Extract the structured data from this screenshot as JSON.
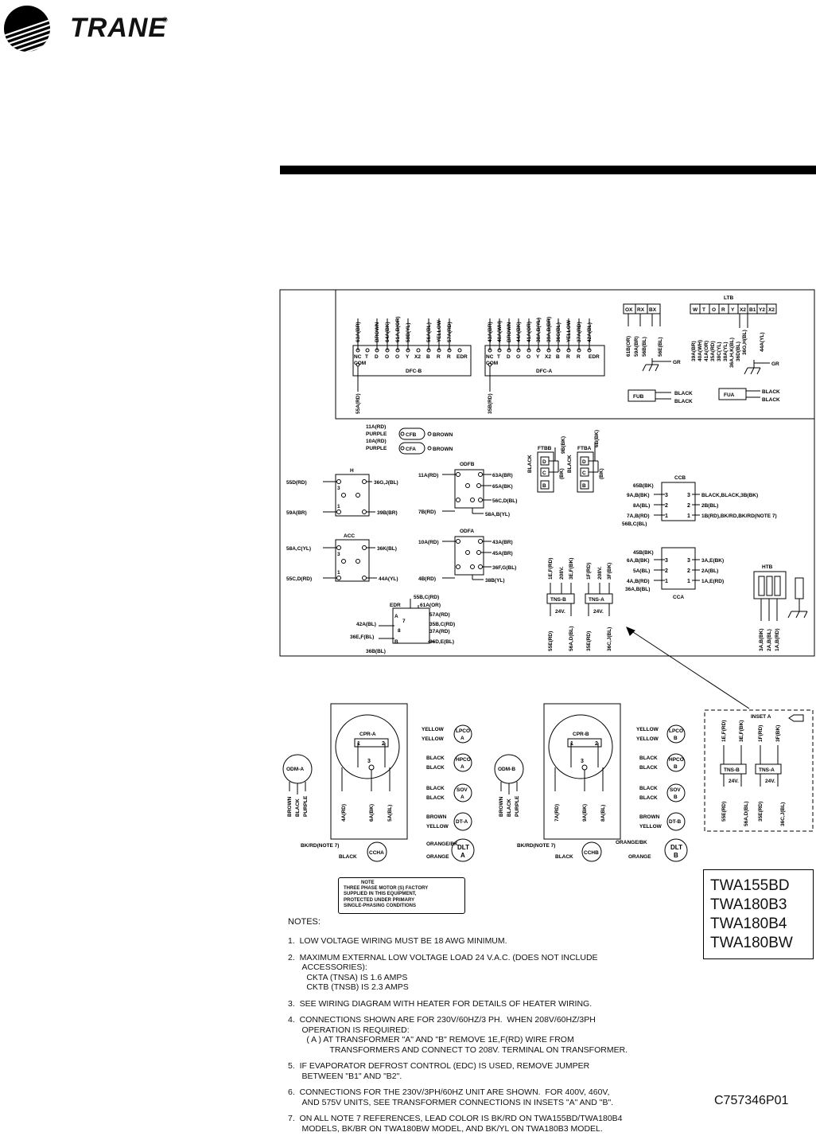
{
  "brand": {
    "name": "TRANE",
    "reg": "®"
  },
  "connectors": {
    "dfc_b": {
      "title": "DFC-B",
      "top_wires": [
        "63A(BR)",
        "BROWN",
        "64A(BK)",
        "61A,B(OR)",
        "58B(YL)",
        "56A(BL)",
        "YELLOW",
        "57A(RD)"
      ],
      "terms": [
        "NC",
        "T",
        "D",
        "O",
        "O",
        "Y",
        "X2",
        "B",
        "R",
        "R",
        "EDR"
      ],
      "com": "COM",
      "bottom": "55A(RD)"
    },
    "dfc_a": {
      "title": "DFC-A",
      "top_wires": [
        "43A(BR)",
        "40A(WH)",
        "BROWN",
        "44A(BK)",
        "41A(OR)",
        "38A,B(YL)",
        "39A,B(BR)",
        "36C(BL)",
        "YELLOW",
        "37A(RD)",
        "42A(BL)"
      ],
      "terms": [
        "NC",
        "T",
        "D",
        "O",
        "O",
        "Y",
        "X2",
        "B",
        "R",
        "R",
        "EDR"
      ],
      "com": "COM",
      "bottom": "35B(RD)"
    },
    "oxrx": {
      "terms": [
        "OX",
        "RX",
        "BX"
      ],
      "wires": [
        "61B(OR)",
        "59A(BR)",
        "56B(BL)",
        "56E(BL)"
      ],
      "gr": "GR"
    },
    "ltb": {
      "title": "LTB",
      "terms": [
        "W",
        "T",
        "O",
        "R",
        "Y",
        "X2",
        "B1",
        "Y2",
        "X2"
      ],
      "wires": [
        "39A(BR)",
        "40A(WH)",
        "41A(OR)",
        "35A(RD)",
        "38C(YL)",
        "38A(YL)",
        "36A,H,K(BL)",
        "36D(BL)",
        "36G,H(BL)",
        "44A(YL)"
      ],
      "gr": "GR"
    },
    "fub": {
      "label": "FUB",
      "w1": "BLACK",
      "w2": "BLACK"
    },
    "fua": {
      "label": "FUA",
      "w1": "BLACK",
      "w2": "BLACK"
    }
  },
  "caps": {
    "cfb": "CFB",
    "cfa": "CFA",
    "l1a": "11A(RD)",
    "l1b": "PURPLE",
    "l2a": "10A(RD)",
    "l2b": "PURPLE",
    "r1": "BROWN",
    "r2": "BROWN"
  },
  "relays": {
    "h": {
      "title": "H",
      "lt": "55D(RD)",
      "lb": "59A(BR)",
      "rt": "36G,J(BL)",
      "rb": "39B(BR)",
      "n3": "3",
      "n1": "1"
    },
    "acc": {
      "title": "ACC",
      "lt": "58A,C(YL)",
      "lb": "55C,D(RD)",
      "rt": "36K(BL)",
      "rb": "44A(YL)",
      "n3": "3",
      "n1": "1"
    },
    "odfb": {
      "title": "ODFB",
      "lt": "11A(RD)",
      "lb": "7B(RD)",
      "r1": "63A(BR)",
      "r2": "65A(BK)",
      "r3": "56C,D(BL)",
      "r4": "58A,B(YL)"
    },
    "odfa": {
      "title": "ODFA",
      "lt": "10A(RD)",
      "lb": "4B(RD)",
      "r1": "43A(BR)",
      "r2": "45A(BR)",
      "r3": "36F,G(BL)",
      "r4": "38B(YL)"
    }
  },
  "ftb": {
    "ftbb": "FTBB",
    "ftba": "FTBA",
    "w1": "9B(BK)",
    "w2": "6B(BK)",
    "black": "BLACK",
    "bk": "(BK)",
    "d": "D",
    "c": "C",
    "b": "B"
  },
  "ccb": {
    "title": "CCB",
    "left": [
      "65B(BK)",
      "9A,B(BK)",
      "8A(BL)",
      "7A,B(RD)",
      "56B,C(BL)"
    ],
    "right": [
      "BLACK,BLACK,3B(BK)",
      "2B(BL)",
      "1B(RD),BK/RD,BK/RD(NOTE 7)"
    ]
  },
  "cca": {
    "title": "CCA",
    "left": [
      "45B(BK)",
      "6A,B(BK)",
      "5A(BL)",
      "4A,B(RD)",
      "36A,B(BL)"
    ],
    "right": [
      "3A,E(BK)",
      "2A(BL)",
      "1A,E(RD)"
    ]
  },
  "tns": {
    "tnsb": "TNS-B",
    "tnsa": "TNS-A",
    "w1": "1E,F(RD)",
    "w2": "208V.",
    "w3": "3E,F(BK)",
    "w4": "1F(RD)",
    "w5": "208V.",
    "w6": "3F(BK)",
    "v24": "24V.",
    "bot": [
      "55E(RD)",
      "56A,D(BL)",
      "35E(RD)",
      "36C,J(BL)"
    ]
  },
  "htb": {
    "title": "HTB",
    "wires": [
      "3A,B(BK)",
      "2A,B(BL)",
      "1A,B(RD)"
    ]
  },
  "edr": {
    "title": "EDR",
    "top": [
      "55B,C(RD)",
      "61A(OR)",
      "57A(RD)",
      "35B,C(RD)",
      "37A(RD)"
    ],
    "left": [
      "42A(BL)",
      "36E,F(BL)",
      "36B(BL)"
    ],
    "right": "36D,E(BL)",
    "a": "A",
    "b": "B",
    "n7": "7",
    "n8": "8"
  },
  "lower": {
    "cpra": "CPR-A",
    "cprb": "CPR-B",
    "odma": "ODM-A",
    "odmb": "ODM-B",
    "cpra_w": [
      "4A(RD)",
      "6A(BK)",
      "5A(BL)"
    ],
    "cprb_w": [
      "7A(RD)",
      "9A(BK)",
      "8A(BL)"
    ],
    "odm_w": [
      "BROWN",
      "BLACK",
      "PURPLE"
    ],
    "sw_a": [
      {
        "t": "YELLOW",
        "b": "YELLOW",
        "l1": "LPCO",
        "l2": "A"
      },
      {
        "t": "BLACK",
        "b": "BLACK",
        "l1": "HPCO",
        "l2": "A"
      },
      {
        "t": "BLACK",
        "b": "BLACK",
        "l1": "SOV",
        "l2": "A"
      },
      {
        "t": "BROWN",
        "b": "YELLOW",
        "l1": "DT-A",
        "l2": ""
      },
      {
        "t": "ORANGE/BK",
        "b": "ORANGE",
        "l1": "DLT",
        "l2": "A"
      }
    ],
    "sw_b": [
      {
        "t": "YELLOW",
        "b": "YELLOW",
        "l1": "LPCO",
        "l2": "B"
      },
      {
        "t": "BLACK",
        "b": "BLACK",
        "l1": "HPCO",
        "l2": "B"
      },
      {
        "t": "BLACK",
        "b": "BLACK",
        "l1": "SOV",
        "l2": "B"
      },
      {
        "t": "BROWN",
        "b": "YELLOW",
        "l1": "DT-B",
        "l2": ""
      },
      {
        "t": "ORANGE/BK",
        "b": "ORANGE",
        "l1": "DLT",
        "l2": "B"
      }
    ],
    "ccha": "CCHA",
    "cchb": "CCHB",
    "cch_t": "BK/RD(NOTE 7)",
    "cch_b": "BLACK",
    "inset_title": "INSET A",
    "note_box": [
      "NOTE",
      "THREE PHASE MOTOR (S) FACTORY",
      "SUPPLIED IN THIS EQUIPMENT,",
      "PROTECTED UNDER PRIMARY",
      "SINGLE-PHASING CONDITIONS"
    ]
  },
  "models": [
    "TWA155BD",
    "TWA180B3",
    "TWA180B4",
    "TWA180BW"
  ],
  "notes_head": "NOTES:",
  "notes": [
    "1.  LOW VOLTAGE WIRING MUST BE 18 AWG MINIMUM.",
    "2.  MAXIMUM EXTERNAL LOW VOLTAGE LOAD 24 V.A.C. (DOES NOT INCLUDE\n      ACCESSORIES):\n        CKTA (TNSA) IS 1.6 AMPS\n        CKTB (TNSB) IS 2.3 AMPS",
    "3.  SEE WIRING DIAGRAM WITH HEATER FOR DETAILS OF HEATER WIRING.",
    "4.  CONNECTIONS SHOWN ARE FOR 230V/60HZ/3 PH.  WHEN 208V/60HZ/3PH\n      OPERATION IS REQUIRED:\n        ( A ) AT TRANSFORMER \"A\" AND \"B\" REMOVE 1E,F(RD) WIRE FROM\n                  TRANSFORMERS AND CONNECT TO 208V. TERMINAL ON TRANSFORMER.",
    "5.  IF EVAPORATOR DEFROST CONTROL (EDC) IS USED, REMOVE JUMPER\n      BETWEEN \"B1\" AND \"B2\".",
    "6.  CONNECTIONS FOR THE 230V/3PH/60HZ UNIT ARE SHOWN.  FOR 400V, 460V,\n      AND 575V UNITS, SEE TRANSFORMER CONNECTIONS IN INSETS \"A\" AND \"B\".",
    "7.  ON ALL NOTE 7 REFERENCES, LEAD COLOR IS BK/RD ON TWA155BD/TWA180B4\n      MODELS, BK/BR ON TWA180BW MODEL, AND BK/YL ON TWA180B3 MODEL."
  ],
  "part_number": "C757346P01"
}
